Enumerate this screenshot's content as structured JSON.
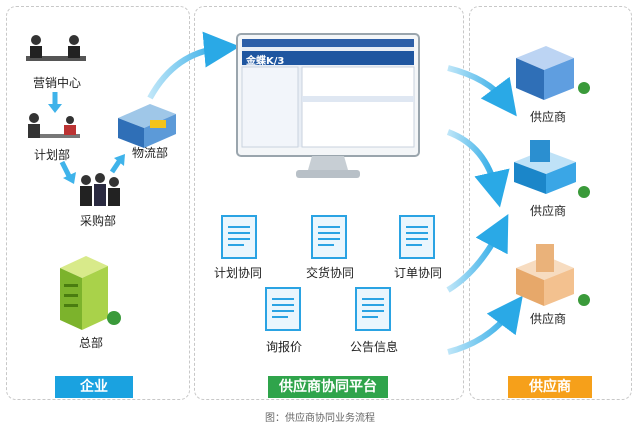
{
  "enterprise": {
    "tag": "企业",
    "departments": [
      "营销中心",
      "计划部",
      "采购部",
      "物流部",
      "总部"
    ]
  },
  "platform": {
    "tag": "供应商协同平台",
    "screen_brand": "金蝶K/3",
    "modules": [
      "计划协同",
      "交货协同",
      "订单协同",
      "询报价",
      "公告信息"
    ]
  },
  "suppliers": {
    "tag": "供应商",
    "items": [
      "供应商",
      "供应商",
      "供应商"
    ]
  },
  "caption": "图：供应商协同业务流程",
  "colors": {
    "enterprise": "#1aa2e0",
    "platform": "#2fa44b",
    "supplier": "#f6a01a",
    "arrow": "#3fb3ea"
  }
}
